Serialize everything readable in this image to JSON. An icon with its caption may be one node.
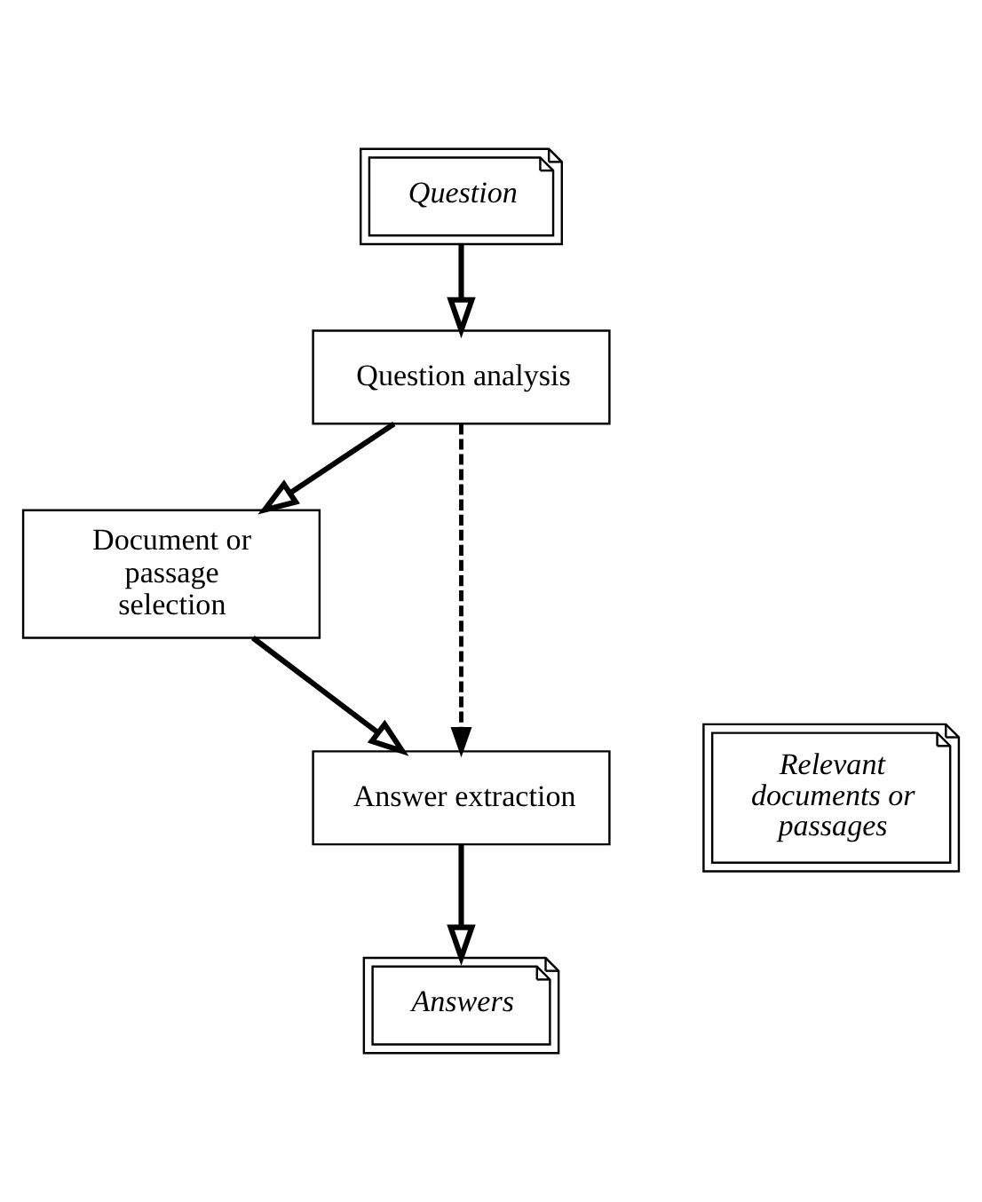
{
  "diagram": {
    "nodes": [
      {
        "text": [
          "Question"
        ]
      },
      {
        "text": [
          "Question analysis"
        ]
      },
      {
        "text": [
          "Document or passage selection"
        ]
      },
      {
        "text": [
          "Answer extraction"
        ]
      },
      {
        "text": [
          "Relevant documents or passages"
        ]
      },
      {
        "text": [
          "Answers"
        ]
      }
    ],
    "edges": [
      {
        "from": 0,
        "to": 1,
        "arrow": "to"
      },
      {
        "from": 1,
        "to": 2,
        "arrow": "to"
      },
      {
        "from": 1,
        "to": 3,
        "arrow": "to",
        "style": "dashed"
      },
      {
        "from": 2,
        "to": 3,
        "arrow": "to"
      },
      {
        "from": 3,
        "to": 5,
        "arrow": "to"
      }
    ]
  }
}
